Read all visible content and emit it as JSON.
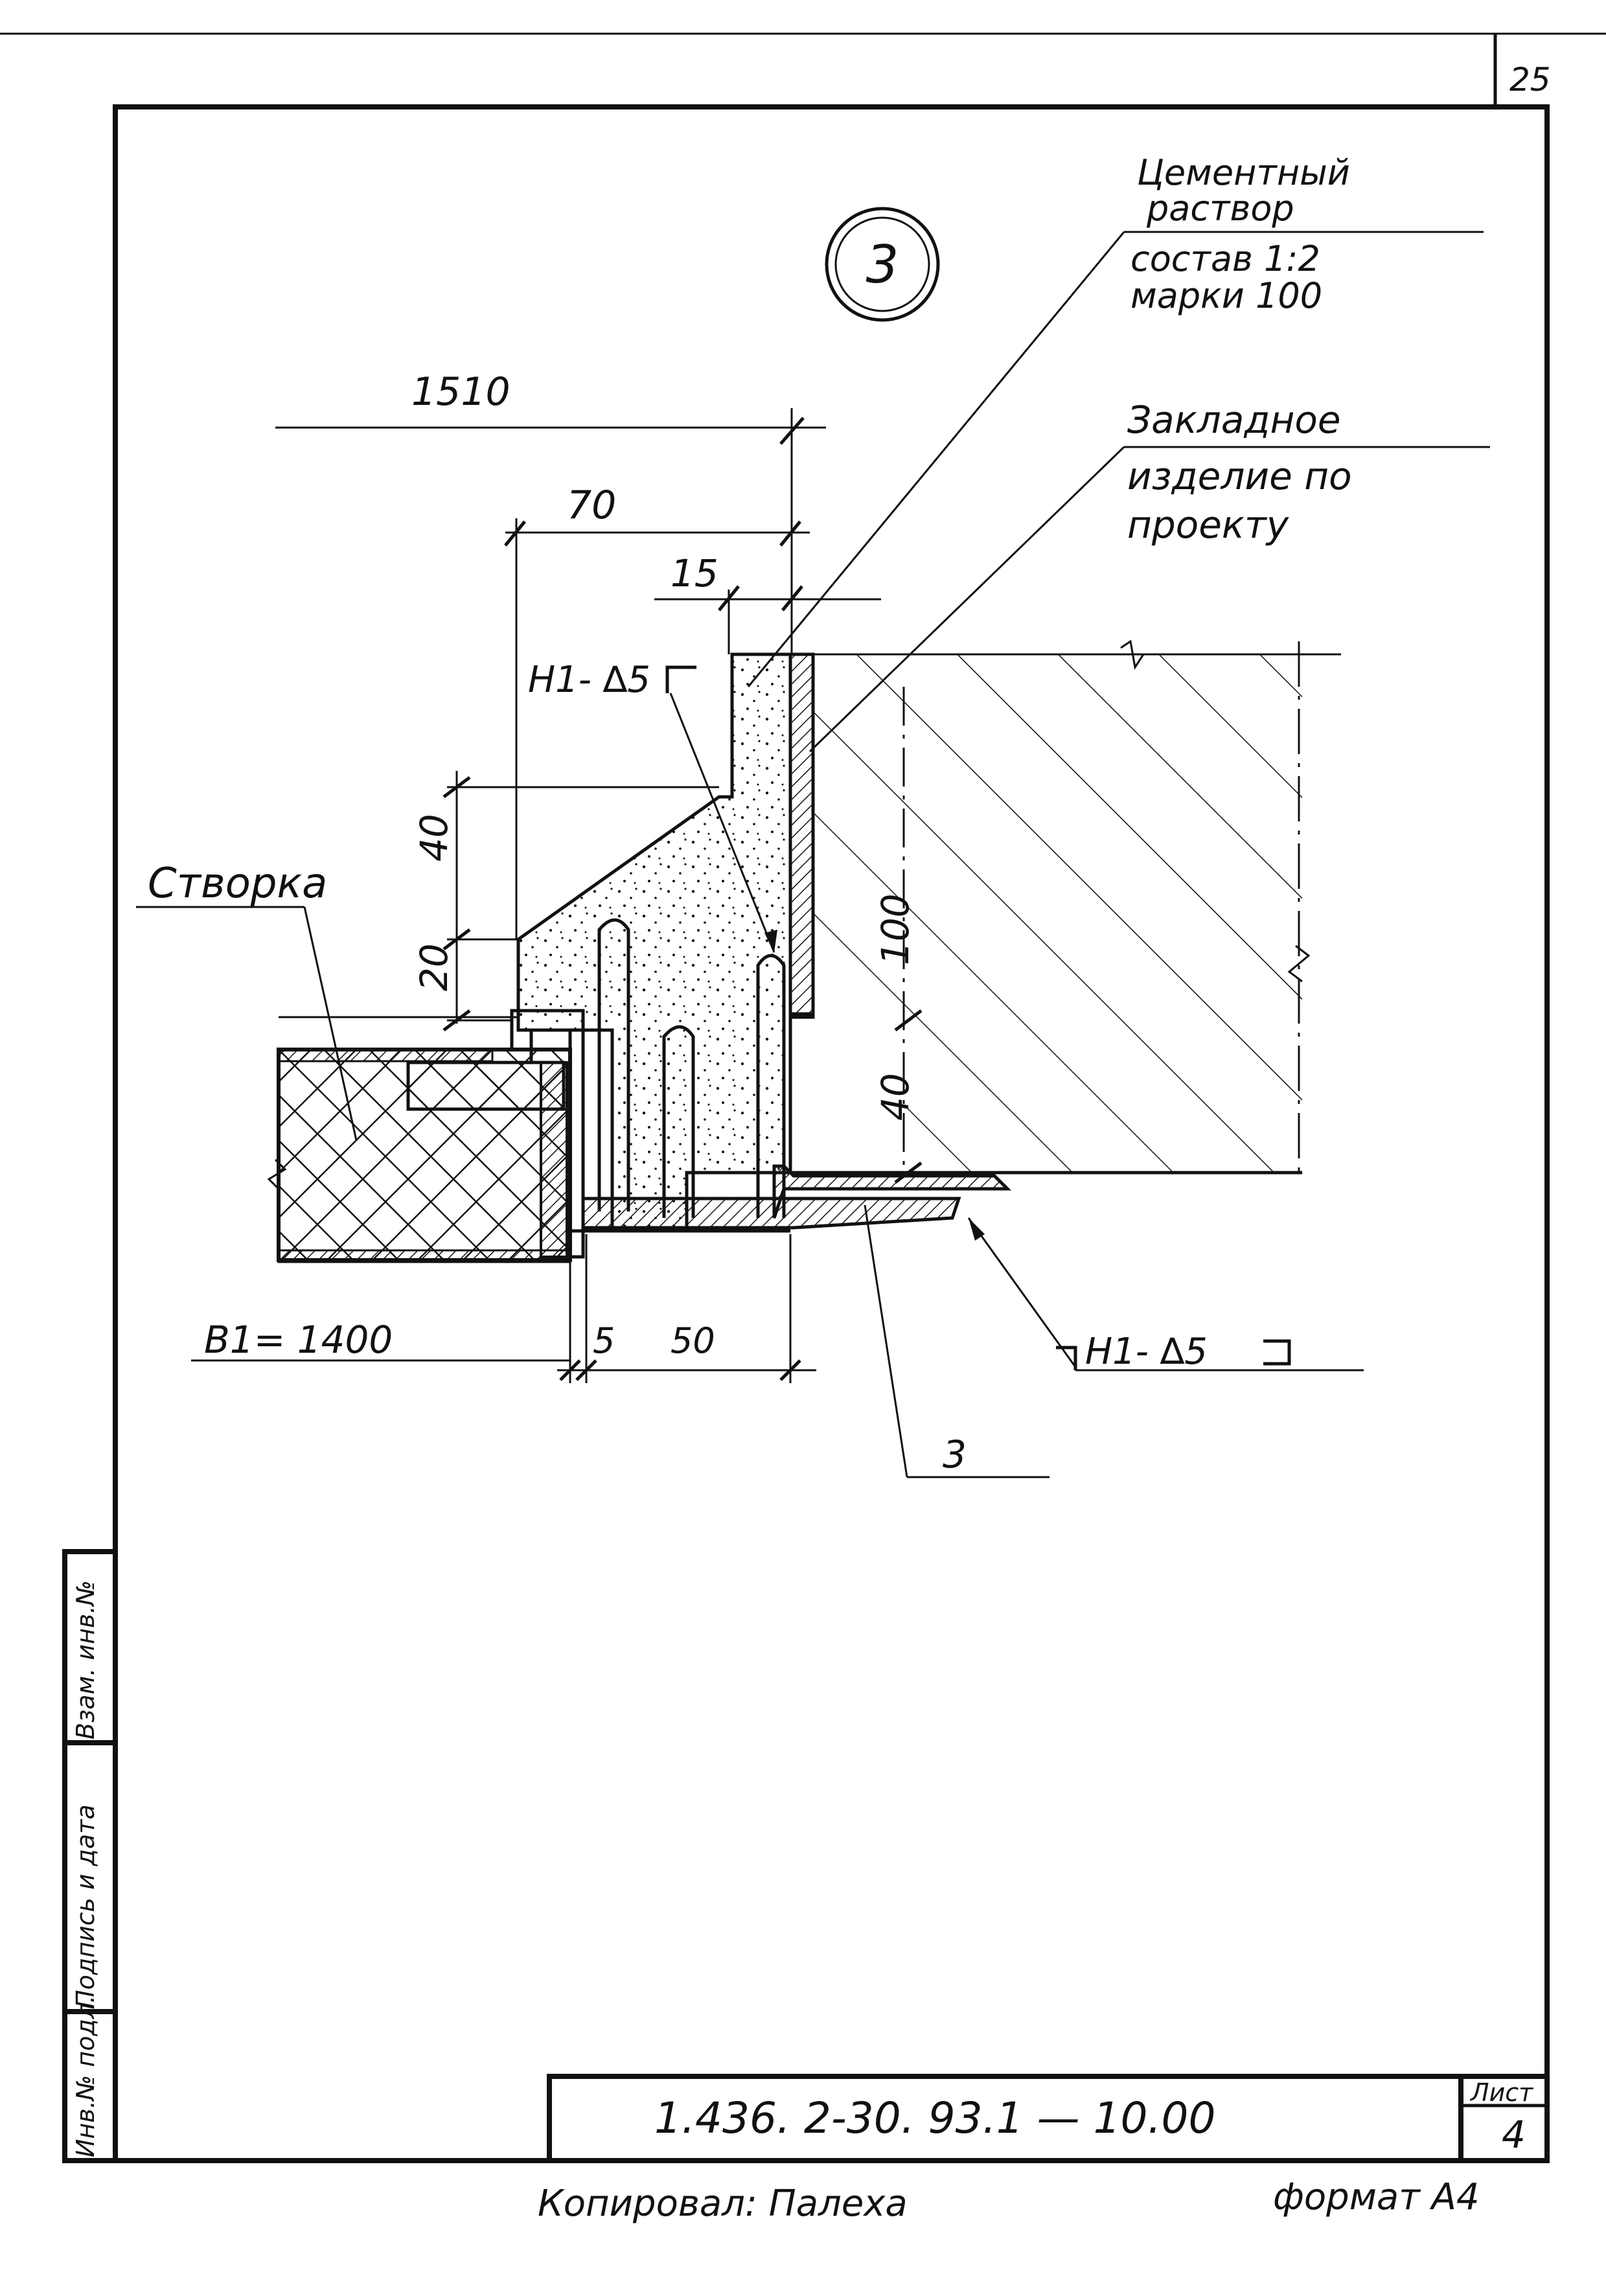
{
  "page_number": "25",
  "detail_marker": "3",
  "callouts": {
    "mortar_line1": "Цементный",
    "mortar_line2": "раствор",
    "mortar_line3": "состав 1:2",
    "mortar_line4": "марки  100",
    "embedded_line1": "Закладное",
    "embedded_line2": "изделие  по",
    "embedded_line3": "проекту",
    "sash": "Створка",
    "weld_top": "Н1- ∆5",
    "weld_bottom": "Н1- ∆5",
    "part_ref": "3"
  },
  "dimensions": {
    "d1510": "1510",
    "d70": "70",
    "d15": "15",
    "d40_top": "40",
    "d20": "20",
    "d100": "100",
    "d40_right": "40",
    "d5": "5",
    "d50": "50",
    "b1": "В1= 1400"
  },
  "side_stamp": {
    "cell1": "Инв.№ подл.",
    "cell2": "Подпись и дата",
    "cell3": "Взам. инв.№"
  },
  "title_block": {
    "code": "1.436. 2-30. 93.1  —   10.00",
    "sheet_label": "Лист",
    "sheet_number": "4"
  },
  "footer": {
    "copied_by": "Копировал: Палеха",
    "format": "формат А4"
  },
  "colors": {
    "ink": "#111111",
    "paper": "#ffffff"
  }
}
